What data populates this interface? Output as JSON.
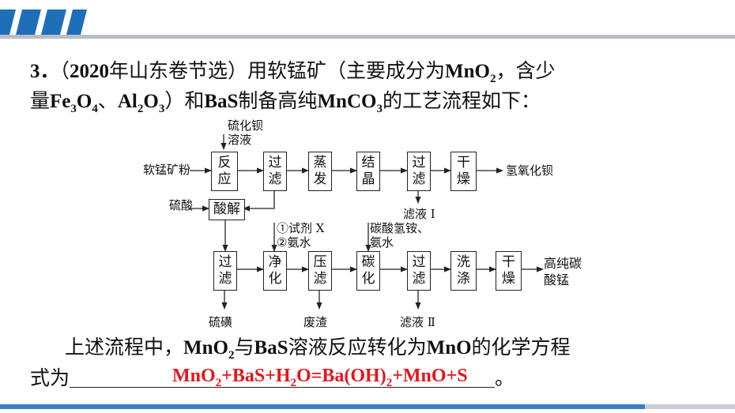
{
  "colors": {
    "accent": "#3a7fc4",
    "header_dark": "#1f6fb8",
    "answer": "#e6151c",
    "grey_line": "#b9bec6"
  },
  "question": {
    "number": "3．",
    "line1": {
      "t1": "（",
      "year": "2020",
      "t2": "年山东卷节选）用软锰矿（主要成分为",
      "mno2_a": "MnO",
      "mno2_sub": "2",
      "t3": "，含少"
    },
    "line2": {
      "t1": "量",
      "fe": "Fe",
      "fe_sub1": "3",
      "o": "O",
      "fe_sub2": "4",
      "t2": "、",
      "al": "Al",
      "al_sub1": "2",
      "o2": "O",
      "al_sub2": "3",
      "t3": "）和",
      "bas": "BaS",
      "t4": "制备高纯",
      "mnco": "MnCO",
      "mnco_sub": "3",
      "t5": "的工艺流程如下："
    }
  },
  "flow": {
    "labels": {
      "bas_solution": "硫化钡\n溶液",
      "ore_powder": "软锰矿粉",
      "barium_hydroxide": "氢氧化钡",
      "sulfuric_acid": "硫酸",
      "filtrate_1": "滤液 Ⅰ",
      "reagent": "①试剂 X\n②氨水",
      "bicarbonate": "碳酸氢铵、\n氨水",
      "product": "高纯碳\n酸锰",
      "sulfur_residue": "硫磺",
      "waste_residue": "废渣",
      "filtrate_2": "滤液 Ⅱ"
    },
    "boxes_row1": [
      "反\n应",
      "过\n滤",
      "蒸\n发",
      "结\n晶",
      "过\n滤",
      "干\n燥"
    ],
    "acid_box": "酸解",
    "boxes_row3": [
      "过\n滤",
      "净\n化",
      "压\n滤",
      "碳\n化",
      "过\n滤",
      "洗\n涤",
      "干\n燥"
    ]
  },
  "statement": {
    "t1": "上述流程中，",
    "mno2": "MnO",
    "mno2_sub": "2",
    "t2": "与",
    "bas": "BaS",
    "t3": "溶液反应转化为",
    "mno": "MnO",
    "t4": "的化学方程",
    "t5": "式为",
    "end": "。"
  },
  "answer": {
    "p1": "MnO",
    "s1": "2",
    "p2": "+BaS+H",
    "s2": "2",
    "p3": "O=Ba(OH)",
    "s3": "2",
    "p4": "+MnO+S"
  }
}
